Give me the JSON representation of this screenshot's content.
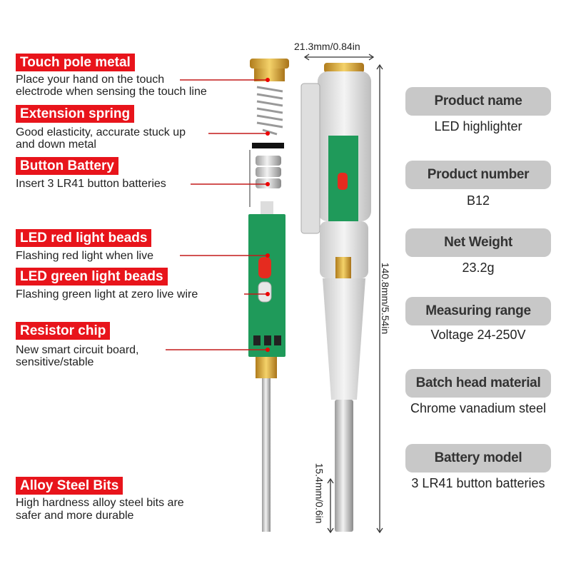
{
  "components": [
    {
      "title": "Touch pole metal",
      "desc": [
        "Place your hand on the touch",
        "electrode when sensing the touch line"
      ]
    },
    {
      "title": "Extension spring",
      "desc": [
        "Good elasticity, accurate stuck up",
        "and down metal"
      ]
    },
    {
      "title": "Button Battery",
      "desc": [
        "Insert 3 LR41 button batteries"
      ]
    },
    {
      "title": "LED red light beads",
      "desc": [
        "Flashing red light when live"
      ]
    },
    {
      "title": "LED green light beads",
      "desc": [
        "Flashing green light at zero live wire"
      ]
    },
    {
      "title": "Resistor chip",
      "desc": [
        "New smart circuit board,",
        "sensitive/stable"
      ]
    },
    {
      "title": "Alloy Steel Bits",
      "desc": [
        "High hardness alloy steel bits are",
        "safer and more durable"
      ]
    }
  ],
  "dimensions": {
    "width": "21.3mm/0.84in",
    "length": "140.8mm/5.54in",
    "tip": "15.4mm/0.6in"
  },
  "specs": [
    {
      "label": "Product name",
      "value": "LED highlighter"
    },
    {
      "label": "Product number",
      "value": "B12"
    },
    {
      "label": "Net Weight",
      "value": "23.2g"
    },
    {
      "label": "Measuring range",
      "value": "Voltage 24-250V"
    },
    {
      "label": "Batch head material",
      "value": "Chrome vanadium steel"
    },
    {
      "label": "Battery model",
      "value": "3 LR41 button batteries"
    }
  ],
  "colors": {
    "accent": "#e8141b",
    "pill": "#c8c8c8",
    "pcb": "#1f9a5a",
    "brass": "#d9a832"
  }
}
